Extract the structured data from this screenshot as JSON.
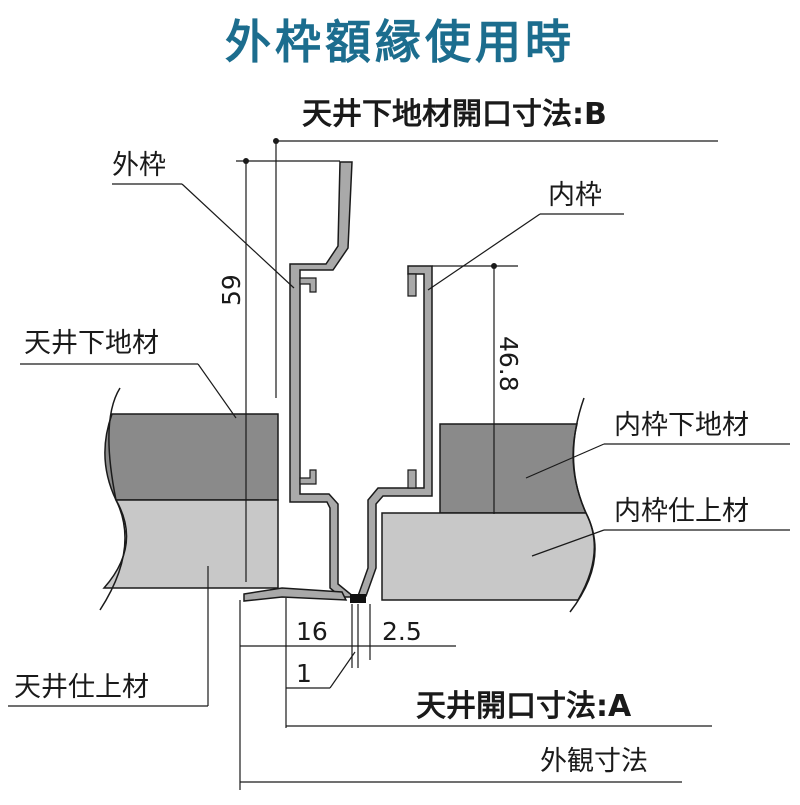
{
  "title": "外枠額縁使用時",
  "labels": {
    "outer_frame": "外枠",
    "inner_frame": "内枠",
    "ceiling_base": "天井下地材",
    "inner_base": "内枠下地材",
    "inner_finish": "内枠仕上材",
    "ceiling_finish": "天井仕上材",
    "base_opening_dim": "天井下地材開口寸法:B",
    "ceiling_opening_dim": "天井開口寸法:A",
    "outer_appearance_dim": "外観寸法"
  },
  "dimensions": {
    "outer_height": "59",
    "inner_height": "46.8",
    "width_16": "16",
    "width_2_5": "2.5",
    "gap_1": "1"
  },
  "colors": {
    "title": "#1c6d8e",
    "dark_material": "#8a8a8a",
    "light_material": "#c8c8c8",
    "frame_fill": "#a9a9a9",
    "line": "#1a1a1a"
  }
}
